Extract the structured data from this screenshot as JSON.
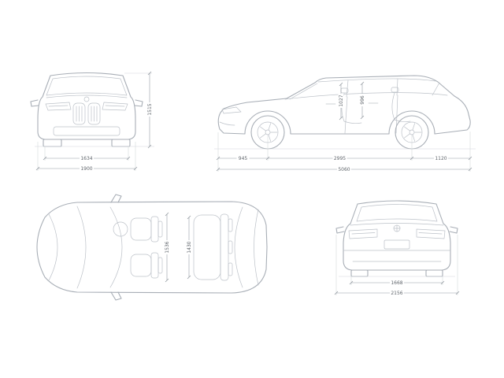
{
  "dims": {
    "front": {
      "track": "1634",
      "width": "1900",
      "height": "1515"
    },
    "side": {
      "front_overhang": "945",
      "wheelbase": "2995",
      "rear_overhang": "1120",
      "length": "5060",
      "headroom_front": "1027",
      "headroom_rear": "996"
    },
    "top": {
      "interior_width_front": "1536",
      "interior_width_rear": "1430"
    },
    "rear": {
      "track": "1668",
      "width_incl_mirrors": "2156"
    }
  },
  "colors": {
    "car_line": "#a8aeb6",
    "detail_line": "#bcc1c8",
    "dimension_line": "#959ca3",
    "dimension_text": "#60666c",
    "background": "#ffffff"
  }
}
